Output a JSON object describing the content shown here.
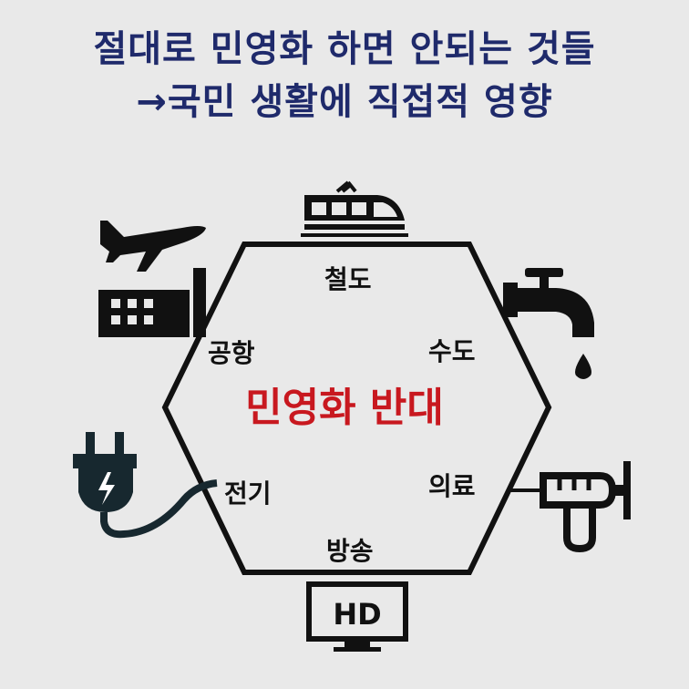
{
  "title": {
    "line1": "절대로 민영화 하면 안되는 것들",
    "line2": "→국민 생활에 직접적 영향"
  },
  "center_label": "민영화 반대",
  "sectors": {
    "railway": "철도",
    "water": "수도",
    "medical": "의료",
    "broadcast": "방송",
    "electricity": "전기",
    "airport": "공항"
  },
  "tv_badge": "HD",
  "colors": {
    "title": "#1f2a6b",
    "center": "#c8181f",
    "outline": "#111111",
    "plug": "#17282f"
  },
  "icons": [
    "train-icon",
    "airplane-icon",
    "factory-icon",
    "faucet-icon",
    "syringe-icon",
    "plug-icon",
    "tv-icon"
  ]
}
